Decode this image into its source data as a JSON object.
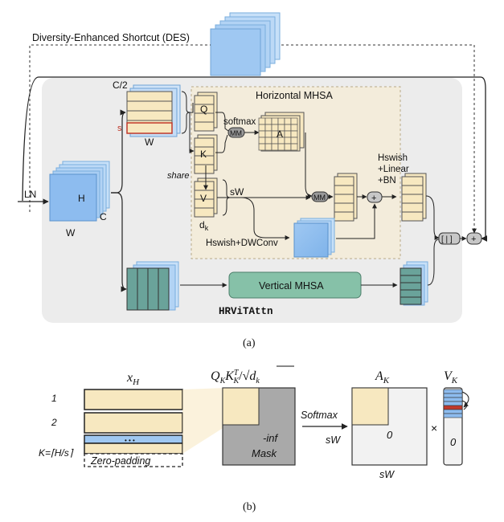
{
  "part_a": {
    "des_label": "Diversity-Enhanced Shortcut (DES)",
    "ln_label": "LN",
    "input_h": "H",
    "input_w": "W",
    "input_c": "C",
    "c_half": "C/2",
    "s_label": "s",
    "w_label": "W",
    "horizontal_title": "Horizontal MHSA",
    "q_label": "Q",
    "k_label": "K",
    "v_label": "V",
    "a_label": "A",
    "softmax_label": "softmax",
    "mm_label": "MM",
    "share_label": "share",
    "sw_label": "sW",
    "dk_label": "d",
    "dk_sub": "k",
    "hswish_dwconv": "Hswish+DWConv",
    "hswish_linear": [
      "Hswish",
      "+Linear",
      "+BN"
    ],
    "plus": "+",
    "concat": "[ | ]",
    "vertical_title": "Vertical MHSA",
    "module_name": "HRViTAttn",
    "caption": "(a)"
  },
  "part_b": {
    "xh": "x",
    "xh_sub": "H",
    "row1": "1",
    "row2": "2",
    "dots": "• • •",
    "k_eq": "K=⌈H/s⌉",
    "zero_pad": "Zero-padding",
    "qk_label": "Q",
    "neg_inf": "-inf",
    "mask": "Mask",
    "softmax": "Softmax",
    "ak": "A",
    "ak_sub": "K",
    "zero": "0",
    "sw_left": "sW",
    "sw_bottom": "sW",
    "times": "×",
    "vk": "V",
    "vk_sub": "K",
    "caption": "(b)"
  }
}
